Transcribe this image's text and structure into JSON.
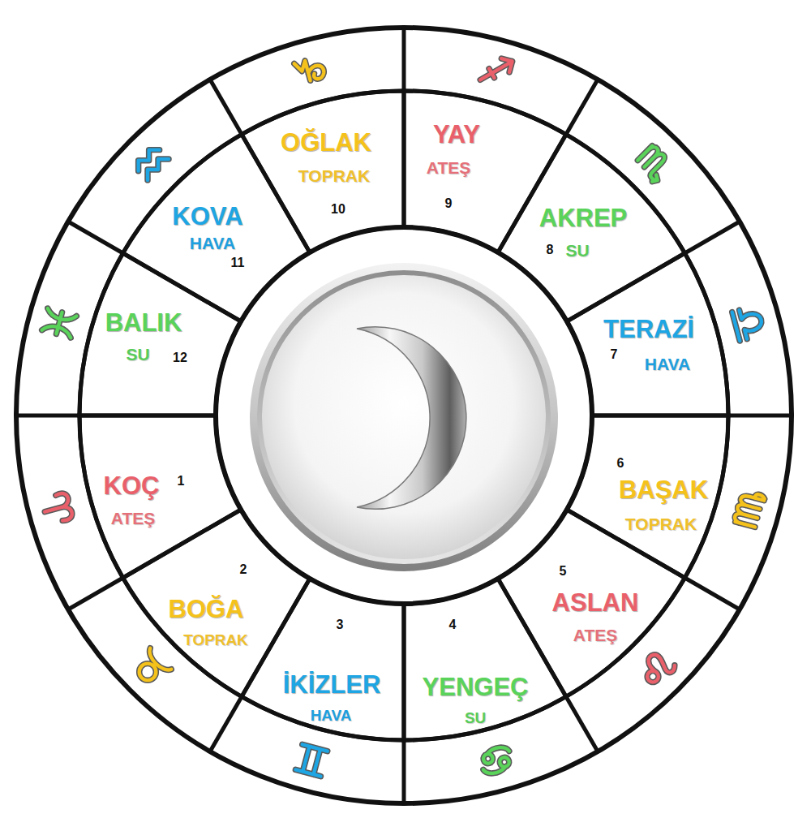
{
  "diagram": {
    "nodes": [
      {
        "text": [
          "KOÇ",
          "ATEŞ",
          "1"
        ]
      },
      {
        "text": [
          "BOĞA",
          "TOPRAK",
          "2"
        ]
      },
      {
        "text": [
          "İKİZLER",
          "HAVA",
          "3"
        ]
      },
      {
        "text": [
          "YENGEÇ",
          "SU",
          "4"
        ]
      },
      {
        "text": [
          "ASLAN",
          "ATEŞ",
          "5"
        ]
      },
      {
        "text": [
          "BAŞAK",
          "TOPRAK",
          "6"
        ]
      },
      {
        "text": [
          "TERAZİ",
          "HAVA",
          "7"
        ]
      },
      {
        "text": [
          "AKREP",
          "SU",
          "8"
        ]
      },
      {
        "text": [
          "YAY",
          "ATEŞ",
          "9"
        ]
      },
      {
        "text": [
          "OĞLAK",
          "TOPRAK",
          "10"
        ]
      },
      {
        "text": [
          "KOVA",
          "HAVA",
          "11"
        ]
      },
      {
        "text": [
          "BALIK",
          "SU",
          "12"
        ]
      }
    ]
  }
}
